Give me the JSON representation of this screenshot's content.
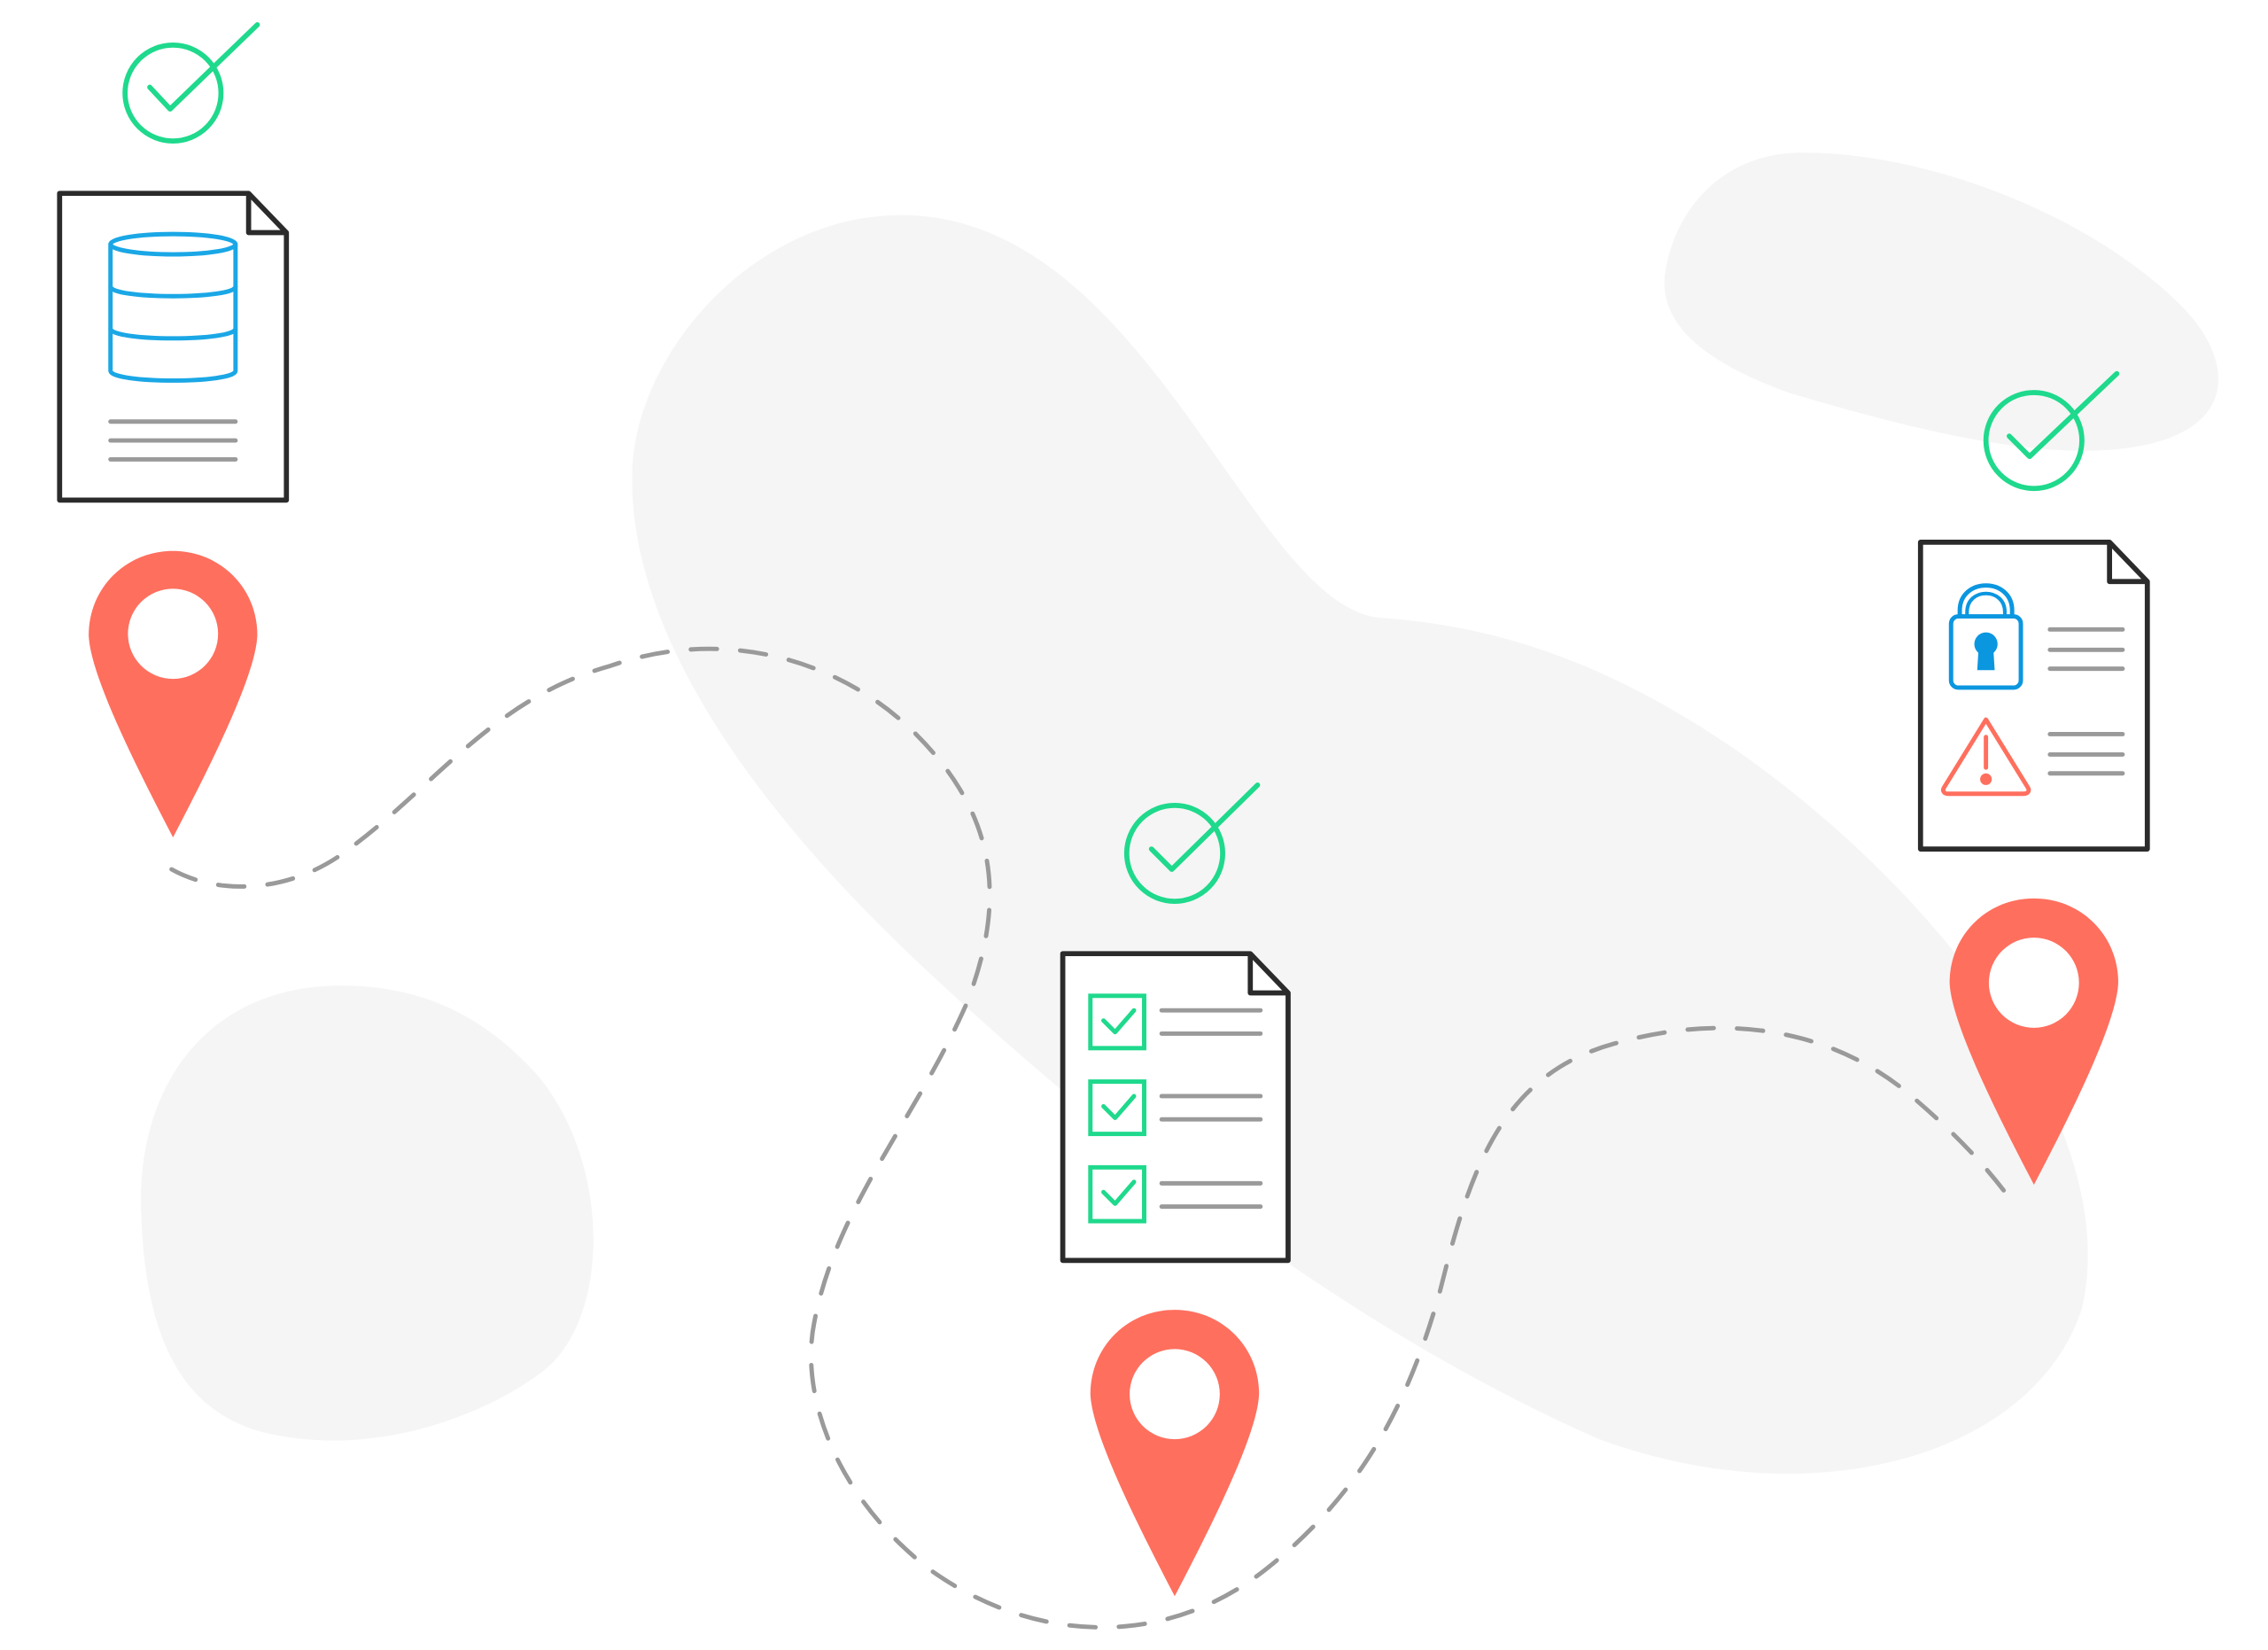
{
  "colors": {
    "background": "#ffffff",
    "blob": "#f5f5f5",
    "pin": "#ff6f5e",
    "check": "#1fd98c",
    "database": "#1aa7e6",
    "lock": "#0b96e0",
    "warning": "#ff6f5e",
    "doc_outline": "#2b2b2b",
    "text_line": "#9a9a9a",
    "route": "#9a9a9a"
  },
  "icons": {
    "pin": "location-pin-icon",
    "check": "check-circle-icon",
    "database": "database-icon",
    "checklist": "checklist-icon",
    "lock": "lock-icon",
    "warning": "warning-triangle-icon",
    "document": "document-icon"
  },
  "stops": [
    {
      "document": "database-document",
      "status": "verified"
    },
    {
      "document": "checklist-document",
      "status": "verified"
    },
    {
      "document": "security-document",
      "status": "verified"
    }
  ]
}
